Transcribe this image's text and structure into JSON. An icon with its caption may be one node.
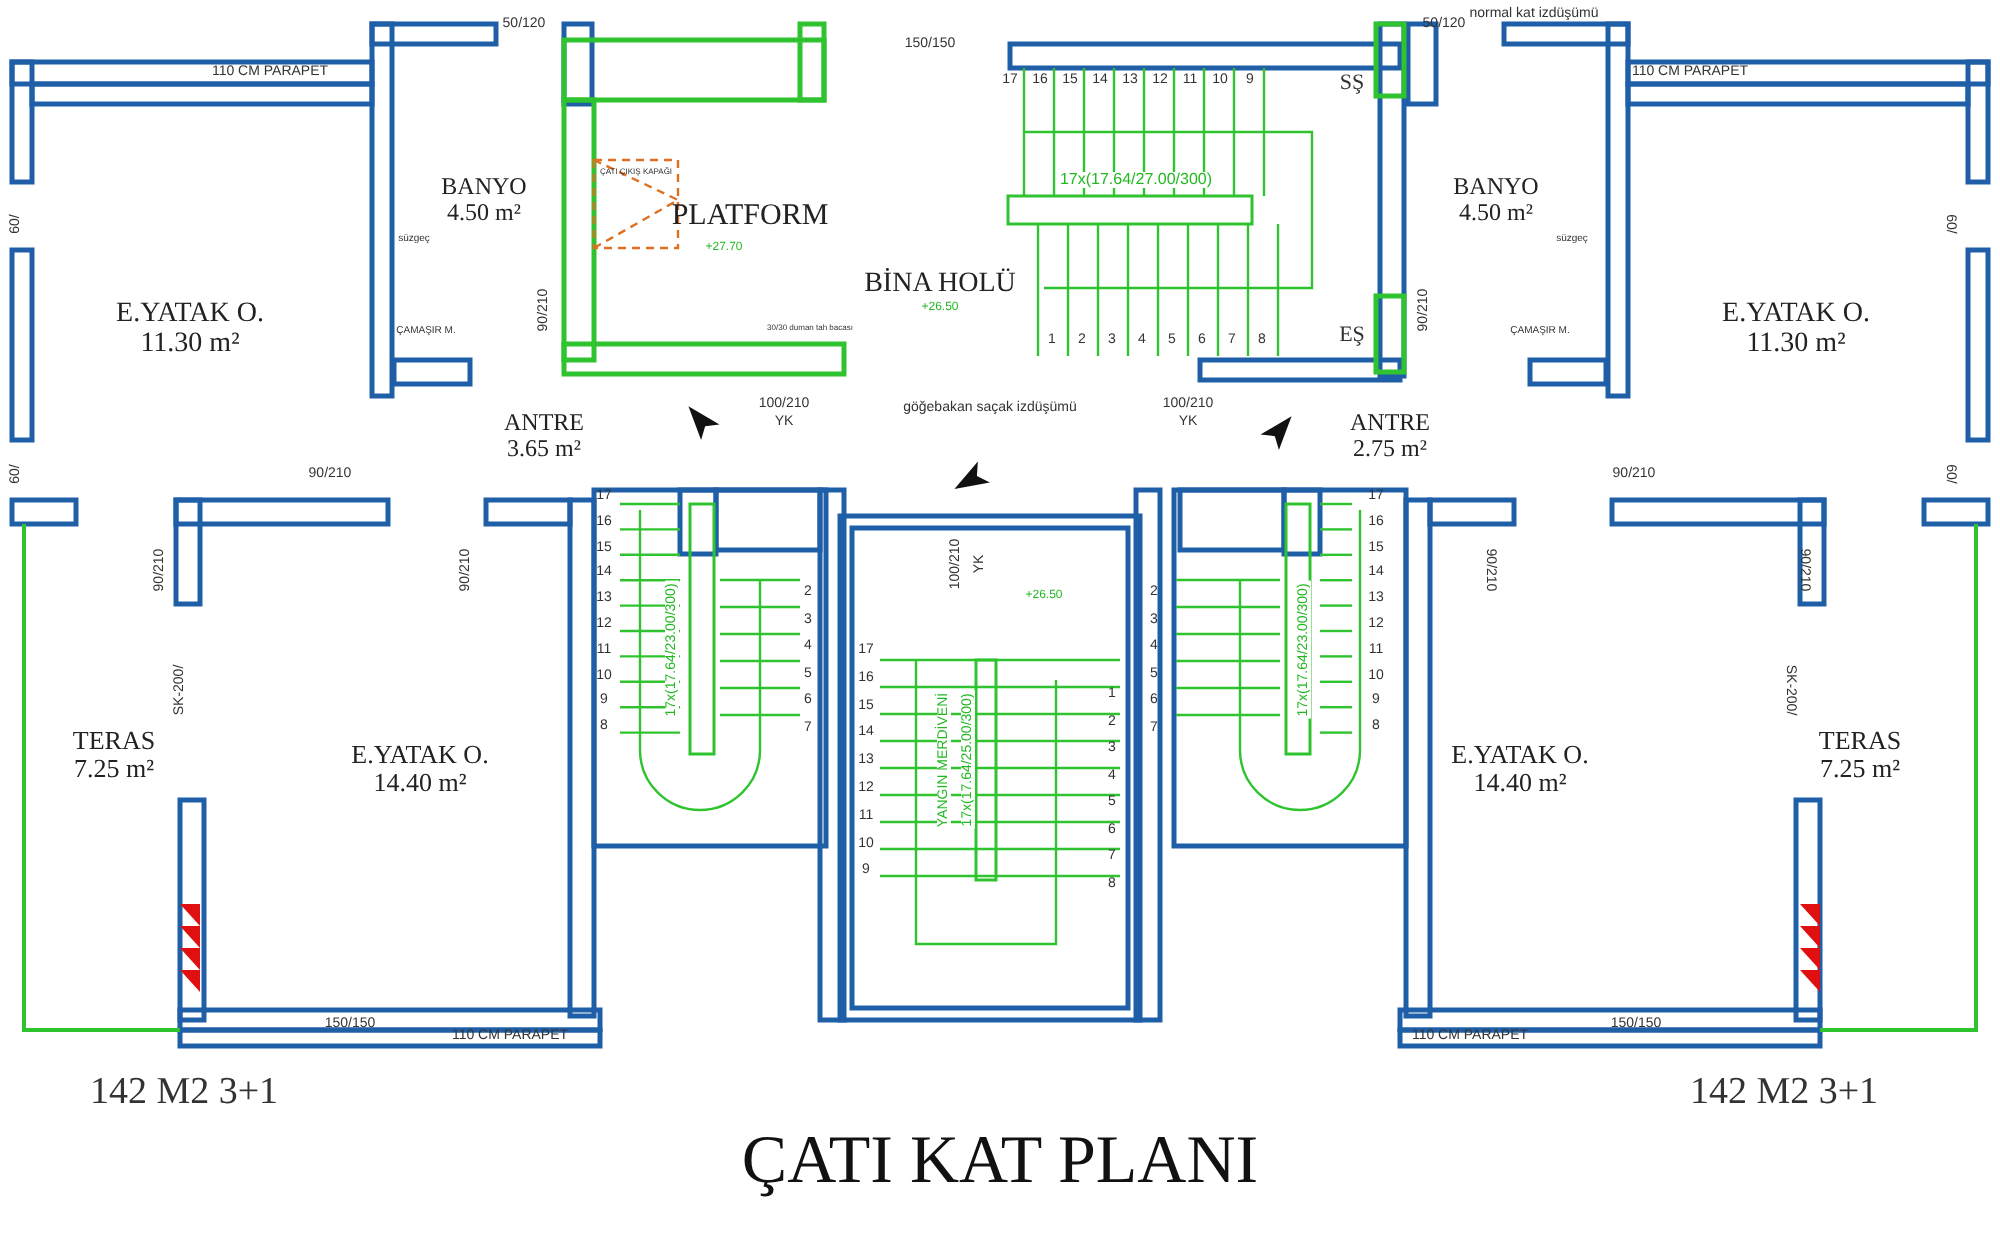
{
  "diagram": {
    "title": "ÇATI KAT PLANI",
    "nodes": [
      {
        "text": [
          "E.YATAK O.",
          "11.30 m²"
        ]
      },
      {
        "text": [
          "BANYO",
          "4.50 m²"
        ]
      },
      {
        "text": [
          "PLATFORM"
        ]
      },
      {
        "text": [
          "BİNA HOLÜ"
        ]
      },
      {
        "text": [
          "BANYO",
          "4.50 m²"
        ]
      },
      {
        "text": [
          "E.YATAK O.",
          "11.30 m²"
        ]
      },
      {
        "text": [
          "ANTRE",
          "3.65 m²"
        ]
      },
      {
        "text": [
          "ANTRE",
          "2.75 m²"
        ]
      },
      {
        "text": [
          "TERAS",
          "7.25 m²"
        ]
      },
      {
        "text": [
          "E.YATAK O.",
          "14.40 m²"
        ]
      },
      {
        "text": [
          "E.YATAK O.",
          "14.40 m²"
        ]
      },
      {
        "text": [
          "TERAS",
          "7.25 m²"
        ]
      }
    ],
    "labels": [
      "50/120",
      "150/150",
      "50/120",
      "normal kat izdüşümü",
      "110 CM PARAPET",
      "110 CM PARAPET",
      "17",
      "16",
      "15",
      "14",
      "13",
      "12",
      "11",
      "10",
      "9",
      "SŞ",
      "ÇATI ÇIKIŞ KAPAĞI",
      "+27.70",
      "süzgeç",
      "17x(17.64/27.00/300)",
      "süzgeç",
      "60/",
      "60/",
      "+26.50",
      "90/210",
      "ÇAMAŞIR M.",
      "30/30 duman tah bacası",
      "1",
      "2",
      "3",
      "4",
      "5",
      "6",
      "7",
      "8",
      "EŞ",
      "90/210",
      "ÇAMAŞIR M.",
      "100/210",
      "YK",
      "göğebakan saçak izdüşümü",
      "100/210",
      "YK",
      "60/",
      "60/",
      "90/210",
      "90/210",
      "17",
      "16",
      "15",
      "14",
      "13",
      "12",
      "11",
      "10",
      "9",
      "8",
      "2",
      "3",
      "4",
      "5",
      "6",
      "7",
      "90/210",
      "90/210",
      "100/210",
      "YK",
      "+26.50",
      "2",
      "3",
      "4",
      "5",
      "6",
      "7",
      "17",
      "16",
      "15",
      "14",
      "13",
      "12",
      "11",
      "10",
      "9",
      "8",
      "90/210",
      "90/210",
      "17",
      "16",
      "15",
      "14",
      "13",
      "12",
      "11",
      "10",
      "9",
      "1",
      "2",
      "3",
      "4",
      "5",
      "6",
      "7",
      "8",
      "SK-200/",
      "17x(17.64/23.00/300)",
      "YANGIN MERDİVENİ",
      "17x(17.64/25.00/300)",
      "17x(17.64/23.00/300)",
      "SK-200/",
      "150/150",
      "150/150",
      "110 CM PARAPET",
      "110 CM PARAPET",
      "142 M2 3+1",
      "142 M2 3+1"
    ]
  }
}
